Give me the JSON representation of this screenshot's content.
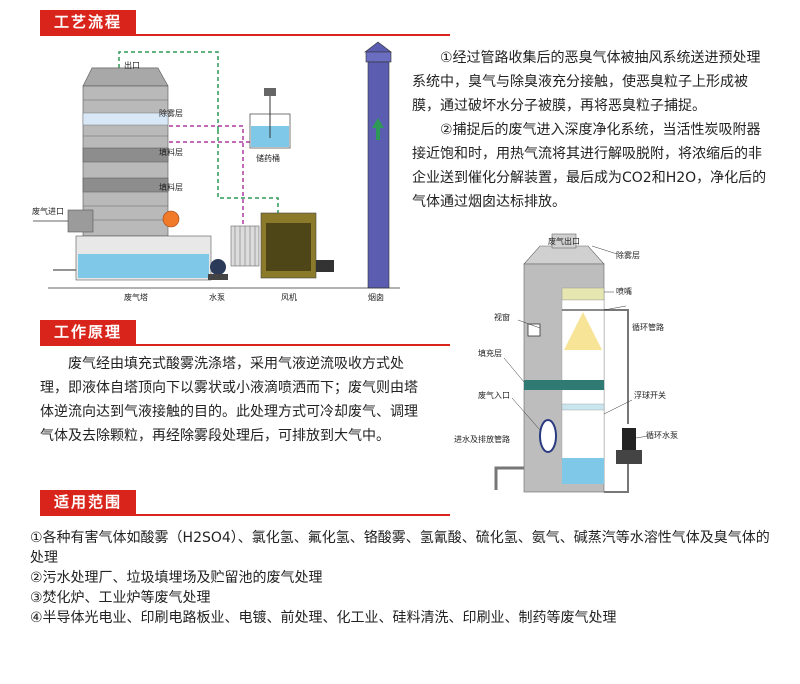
{
  "sections": {
    "process": "工艺流程",
    "principle": "工作原理",
    "scope": "适用范围"
  },
  "process_text": {
    "p1": "①经过管路收集后的恶臭气体被抽风系统送进预处理系统中，臭气与除臭液充分接触，使恶臭粒子上形成被膜，通过破坏水分子被膜，再将恶臭粒子捕捉。",
    "p2": "②捕捉后的废气进入深度净化系统，当活性炭吸附器接近饱和时，用热气流将其进行解吸脱附，将浓缩后的非企业送到催化分解装置，最后成为CO2和H2O，净化后的气体通过烟囱达标排放。"
  },
  "principle_text": "废气经由填充式酸雾洗涤塔，采用气液逆流吸收方式处理，即液体自塔顶向下以雾状或小液滴喷洒而下；废气则由塔体逆流向达到气液接触的目的。此处理方式可冷却废气、调理气体及去除颗粒，再经除雾段处理后，可排放到大气中。",
  "scope_items": [
    "①各种有害气体如酸雾（H2SO4）、氯化氢、氟化氢、铬酸雾、氢氰酸、硫化氢、氨气、碱蒸汽等水溶性气体及臭气体的处理",
    "②污水处理厂、垃圾填埋场及贮留池的废气处理",
    "③焚化炉、工业炉等废气处理",
    "④半导体光电业、印刷电路板业、电镀、前处理、化工业、硅料清洗、印刷业、制药等废气处理"
  ],
  "diagram1": {
    "outlet": "出口",
    "demist": "除雾层",
    "packing1": "填料层",
    "packing2": "填料层",
    "inlet": "废气进口",
    "tank": "储药桶",
    "tower": "废气塔",
    "pump": "水泵",
    "fan": "风机",
    "chimney": "烟囱"
  },
  "diagram2": {
    "exhaust": "废气出口",
    "demister": "除雾层",
    "nozzle": "喷嘴",
    "window": "视窗",
    "circ_pipe": "循环管路",
    "packing": "填充层",
    "inlet": "废气入口",
    "float_switch": "浮球开关",
    "circ_pump": "循环水泵",
    "drain": "进水及排放管路"
  },
  "colors": {
    "accent": "#d9241b",
    "water": "#7fc8e8",
    "chimney": "#5a5db0",
    "tower": "#b9b9b9",
    "pipe_green": "#2e9a57",
    "pipe_purple": "#b03aa0"
  }
}
